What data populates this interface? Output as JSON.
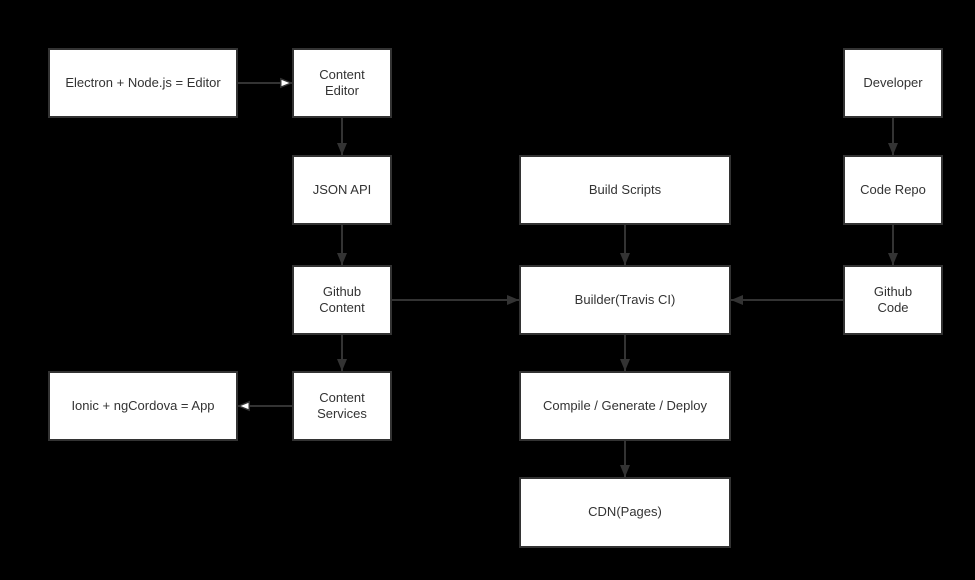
{
  "diagram": {
    "type": "flowchart",
    "colors": {
      "background": "#000000",
      "node_fill": "#ffffff",
      "node_border": "#333333",
      "text": "#333333",
      "arrow": "#333333"
    },
    "nodes": [
      {
        "id": "electron-editor",
        "label": "Electron + Node.js = Editor"
      },
      {
        "id": "content-editor",
        "label": "Content Editor"
      },
      {
        "id": "developer",
        "label": "Developer"
      },
      {
        "id": "json-api",
        "label": "JSON API"
      },
      {
        "id": "build-scripts",
        "label": "Build Scripts"
      },
      {
        "id": "code-repo",
        "label": "Code Repo"
      },
      {
        "id": "github-content",
        "label": "Github Content"
      },
      {
        "id": "builder",
        "label": "Builder(Travis CI)"
      },
      {
        "id": "github-code",
        "label": "Github Code"
      },
      {
        "id": "ionic-app",
        "label": "Ionic + ngCordova = App"
      },
      {
        "id": "content-services",
        "label": "Content Services"
      },
      {
        "id": "compile",
        "label": "Compile / Generate / Deploy"
      },
      {
        "id": "cdn",
        "label": "CDN(Pages)"
      }
    ],
    "edges": [
      {
        "from": "electron-editor",
        "to": "content-editor",
        "arrowhead": "hollow"
      },
      {
        "from": "content-editor",
        "to": "json-api",
        "arrowhead": "filled"
      },
      {
        "from": "json-api",
        "to": "github-content",
        "arrowhead": "filled"
      },
      {
        "from": "github-content",
        "to": "content-services",
        "arrowhead": "filled"
      },
      {
        "from": "content-services",
        "to": "ionic-app",
        "arrowhead": "hollow"
      },
      {
        "from": "github-content",
        "to": "builder",
        "arrowhead": "filled"
      },
      {
        "from": "build-scripts",
        "to": "builder",
        "arrowhead": "filled"
      },
      {
        "from": "developer",
        "to": "code-repo",
        "arrowhead": "filled"
      },
      {
        "from": "code-repo",
        "to": "github-code",
        "arrowhead": "filled"
      },
      {
        "from": "github-code",
        "to": "builder",
        "arrowhead": "filled"
      },
      {
        "from": "builder",
        "to": "compile",
        "arrowhead": "filled"
      },
      {
        "from": "compile",
        "to": "cdn",
        "arrowhead": "filled"
      }
    ]
  }
}
